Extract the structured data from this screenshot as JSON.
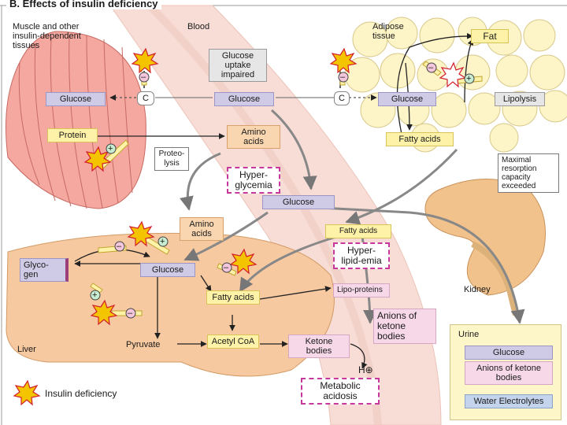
{
  "title": "B. Effects of insulin deficiency",
  "labels": {
    "muscle": "Muscle and other insulin-dependent tissues",
    "blood": "Blood",
    "adipose": "Adipose tissue",
    "liver": "Liver",
    "kidney": "Kidney",
    "urine": "Urine"
  },
  "boxes": {
    "glucose_uptake": "Glucose uptake impaired",
    "glucose_muscle": "Glucose",
    "glucose_blood": "Glucose",
    "glucose_adipose": "Glucose",
    "fat": "Fat",
    "lipolysis": "Lipolysis",
    "protein": "Protein",
    "amino_acids_blood": "Amino acids",
    "proteolysis": "Proteo-lysis",
    "fatty_acids_adipose": "Fatty acids",
    "hyperglycemia": "Hyper-glycemia",
    "maximal_resorption": "Maximal resorption capacity exceeded",
    "glucose_mid": "Glucose",
    "amino_acids_liver": "Amino acids",
    "fatty_acids_small": "Fatty acids",
    "glycogen": "Glyco-gen",
    "glucose_liver": "Glucose",
    "hyperlipidemia": "Hyper-lipid-emia",
    "fatty_acids_liver": "Fatty acids",
    "lipoproteins": "Lipo-proteins",
    "anions_ketone": "Anions of ketone bodies",
    "pyruvate": "Pyruvate",
    "acetyl_coa": "Acetyl CoA",
    "ketone_bodies": "Ketone bodies",
    "h_plus": "H⊕",
    "metabolic_acidosis": "Metabolic acidosis",
    "c_muscle": "C",
    "c_adipose": "C"
  },
  "urine_items": {
    "glucose": "Glucose",
    "anions": "Anions of ketone bodies",
    "water": "Water Electrolytes"
  },
  "legend": {
    "insulin_deficiency": "Insulin deficiency"
  },
  "signs": {
    "plus": "+",
    "minus": "–"
  },
  "colors": {
    "lavender": "#cfcbe6",
    "yellow": "#fdf2a8",
    "pink": "#f6d8e8",
    "orange": "#f9d6b0",
    "blue": "#c4d4ec",
    "insulin_star": "#f5c400",
    "star_outline": "#d21f2b",
    "blood_vessel": "#f7ddd6",
    "muscle": "#f4a8a0",
    "liver": "#f7c9a0",
    "kidney": "#f1c28c"
  }
}
